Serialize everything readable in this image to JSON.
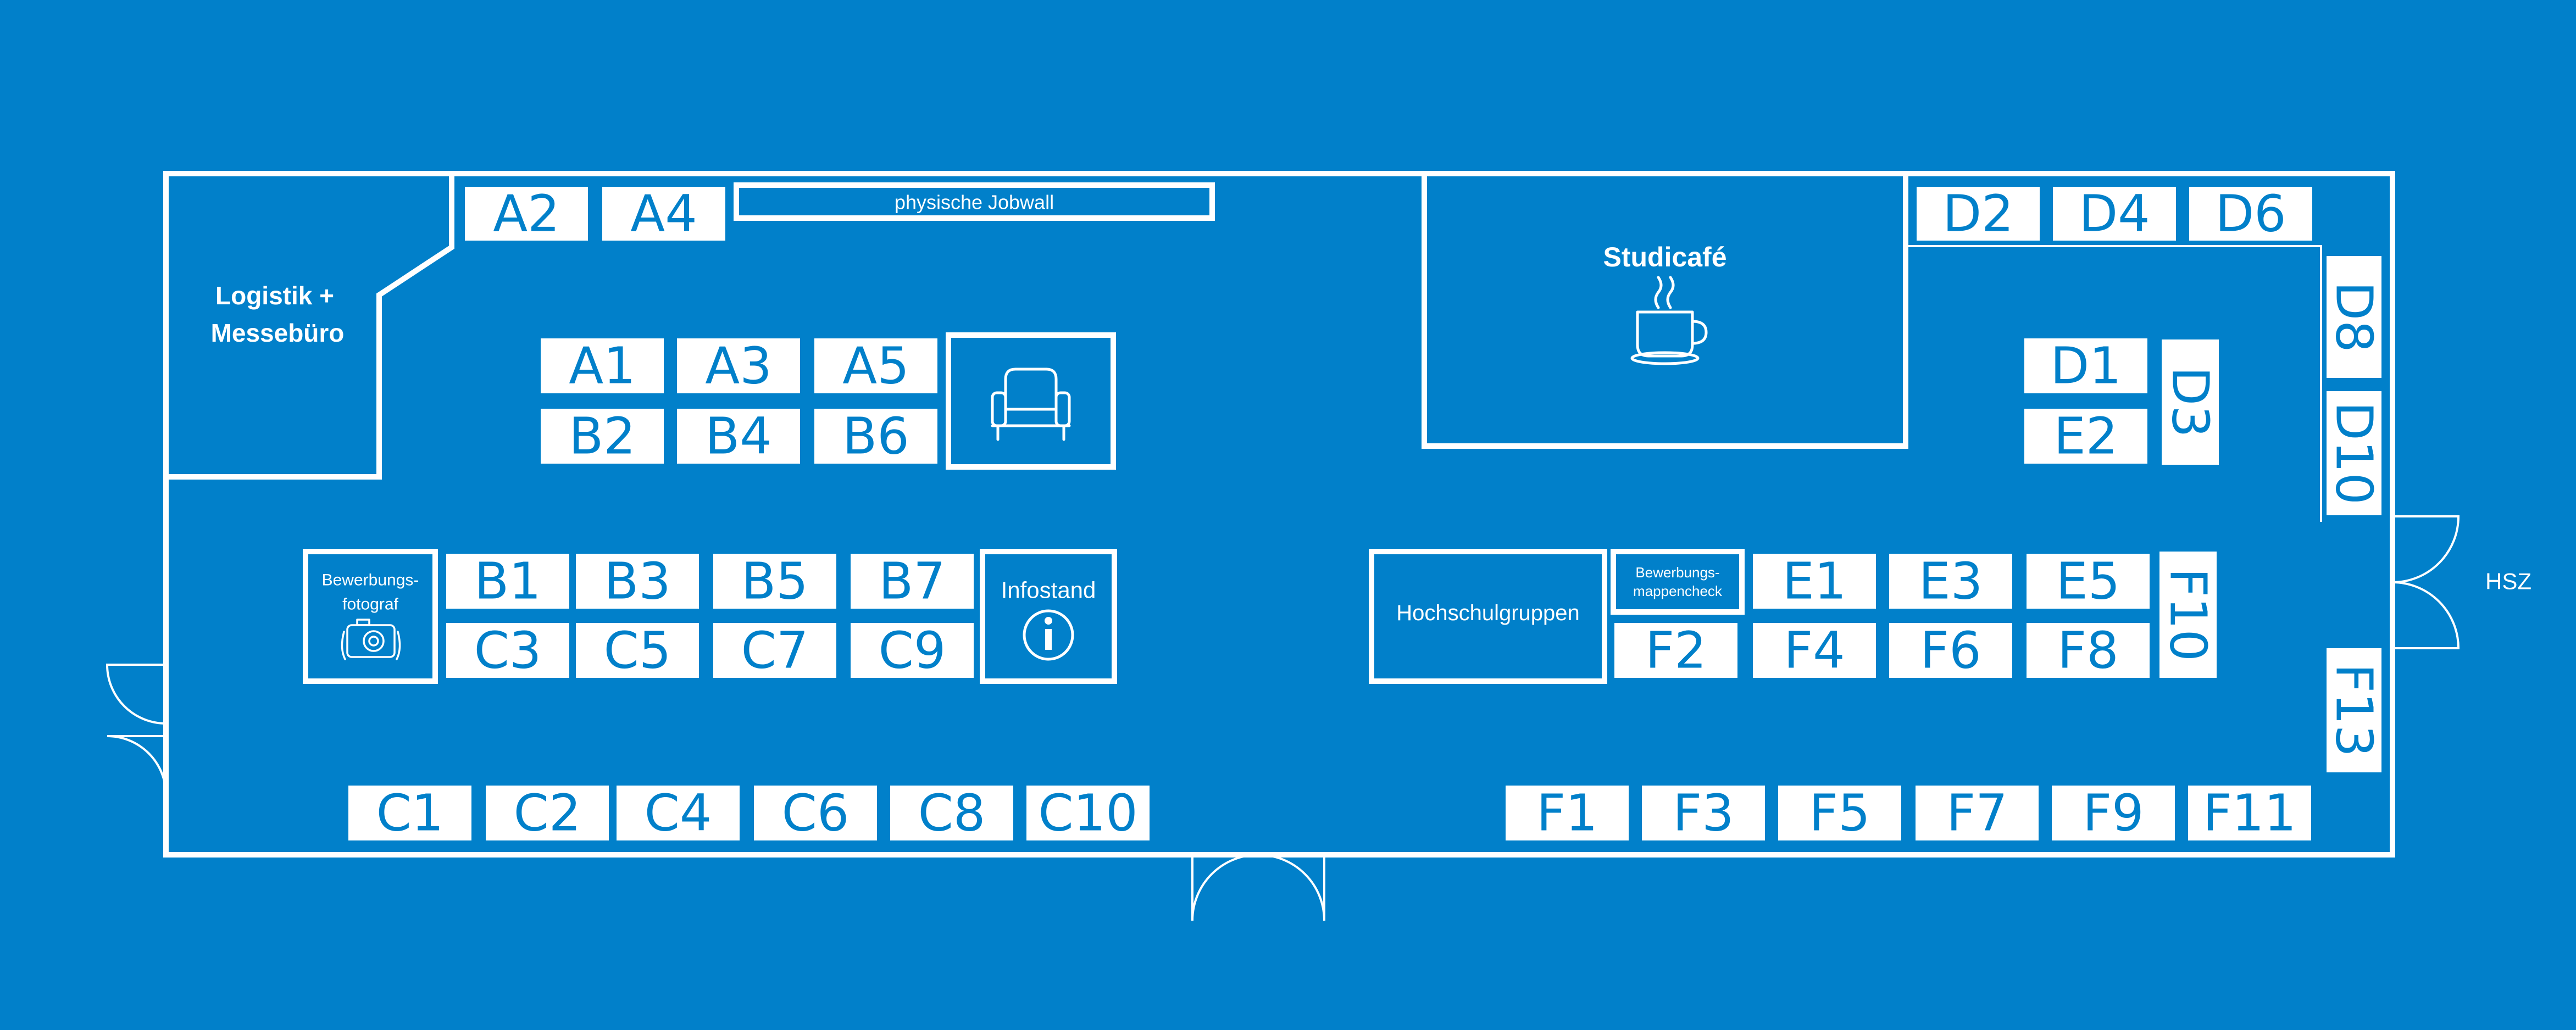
{
  "colors": {
    "background": "#0180CA",
    "lines": "#FFFFFF",
    "booth_fill": "#FFFFFF",
    "booth_text": "#0180CA"
  },
  "areas": {
    "logistik_line1": "Logistik +",
    "logistik_line2": "Messebüro",
    "jobwall": "physische Jobwall",
    "studicafe": "Studicafé",
    "fotograf_line1": "Bewerbungs-",
    "fotograf_line2": "fotograf",
    "infostand": "Infostand",
    "hochschulgruppen": "Hochschulgruppen",
    "mappencheck_line1": "Bewerbungs-",
    "mappencheck_line2": "mappencheck",
    "hsz": "HSZ"
  },
  "icons": {
    "cafe": "coffee-cup-icon",
    "lounge": "armchair-icon",
    "fotograf": "camera-icon",
    "info": "info-icon"
  },
  "booths": {
    "A2": "A2",
    "A4": "A4",
    "A1": "A1",
    "A3": "A3",
    "A5": "A5",
    "B2": "B2",
    "B4": "B4",
    "B6": "B6",
    "B1": "B1",
    "B3": "B3",
    "B5": "B5",
    "B7": "B7",
    "C3": "C3",
    "C5": "C5",
    "C7": "C7",
    "C9": "C9",
    "C1": "C1",
    "C2": "C2",
    "C4": "C4",
    "C6": "C6",
    "C8": "C8",
    "C10": "C10",
    "D2": "D2",
    "D4": "D4",
    "D6": "D6",
    "D1": "D1",
    "D3": "D3",
    "D8": "D8",
    "D10": "D10",
    "E2": "E2",
    "E1": "E1",
    "E3": "E3",
    "E5": "E5",
    "F2": "F2",
    "F4": "F4",
    "F6": "F6",
    "F8": "F8",
    "F10": "F10",
    "F13": "F13",
    "F1": "F1",
    "F3": "F3",
    "F5": "F5",
    "F7": "F7",
    "F9": "F9",
    "F11": "F11"
  }
}
